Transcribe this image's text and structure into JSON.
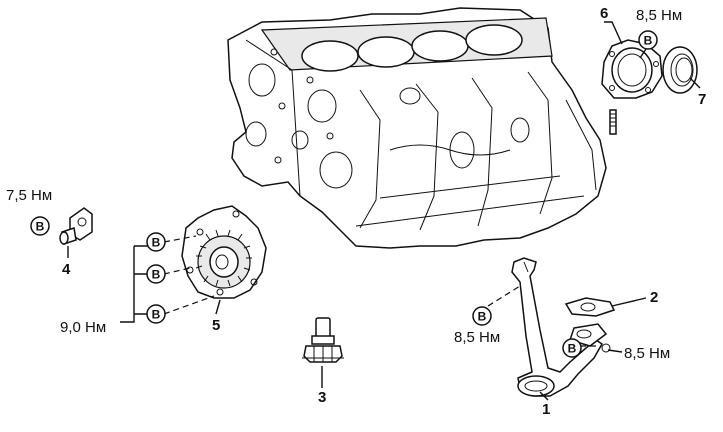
{
  "labels": {
    "torque_4": "7,5 Нм",
    "torque_5": "9,0 Нм",
    "torque_6": "8,5 Нм",
    "torque_1": "8,5 Нм",
    "torque_2": "8,5 Нм",
    "num_1": "1",
    "num_2": "2",
    "num_3": "3",
    "num_4": "4",
    "num_5": "5",
    "num_6": "6",
    "num_7": "7",
    "bolt_mark": "B"
  },
  "icons": [
    "engine-block",
    "oil-pickup-tube",
    "gasket",
    "oil-pressure-sensor",
    "bracket",
    "oil-pump",
    "rear-oil-seal-retainer",
    "oil-seal"
  ]
}
